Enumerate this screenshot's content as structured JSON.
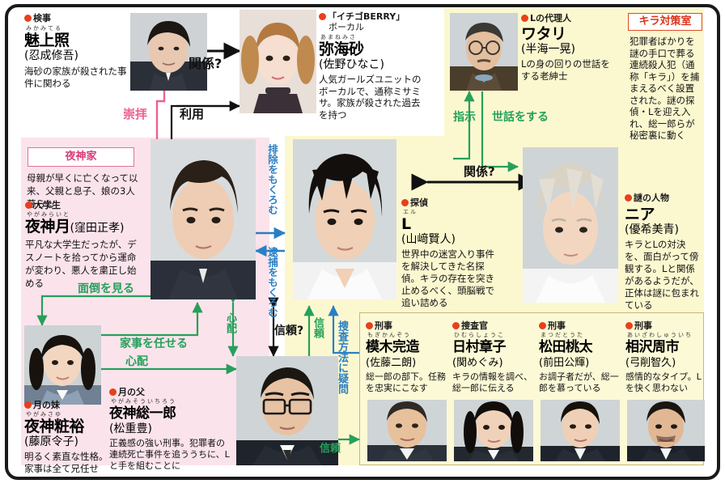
{
  "diagram": {
    "title_chips": {
      "yagami_family": "夜神家",
      "kira_task_force": "キラ対策室"
    },
    "notes": {
      "yagami_family_note": "母親が早くに亡くなって以来、父親と息子、娘の3人暮らし",
      "kira_task_force_note": "犯罪者ばかりを謎の手口で葬る連続殺人犯（通称「キラ」）を捕まえるべく設置された。謎の探偵・Lを迎え入れ、総一郎らが秘密裏に動く"
    }
  },
  "characters": {
    "mikami": {
      "role": "検事",
      "furigana": "みかみてる",
      "name": "魅上照",
      "actor": "(忍成修吾)",
      "desc": "海砂の家族が殺された事件に関わる"
    },
    "misa": {
      "role": "「イチゴBERRY」",
      "role2": "ボーカル",
      "furigana": "あまねみさ",
      "name": "弥海砂",
      "actor": "(佐野ひなこ)",
      "desc": "人気ガールズユニットのボーカルで、通称ミサミサ。家族が殺された過去を持つ"
    },
    "watari": {
      "role": "Lの代理人",
      "name": "ワタリ",
      "actor": "(半海一晃)",
      "desc": "Lの身の回りの世話をする老紳士"
    },
    "light": {
      "role": "大学生",
      "furigana": "やがみらいと",
      "name": "夜神月",
      "actor": "(窪田正孝)",
      "desc": "平凡な大学生だったが、デスノートを拾ってから運命が変わり、悪人を粛正し始める"
    },
    "l": {
      "role": "探偵",
      "furigana": "エル",
      "name": "L",
      "actor": "(山﨑賢人)",
      "desc": "世界中の迷宮入り事件を解決してきた名探偵。キラの存在を突き止めるべく、頭脳戦で追い詰める"
    },
    "near": {
      "role": "謎の人物",
      "name": "ニア",
      "actor": "(優希美青)",
      "desc": "キラとLの対決を、面白がって傍観する。Lと関係があるようだが、正体は謎に包まれている"
    },
    "sayu": {
      "role": "月の妹",
      "furigana": "やがみさゆ",
      "name": "夜神粧裕",
      "actor": "(藤原令子)",
      "desc": "明るく素直な性格。家事は全て兄任せ"
    },
    "soichiro": {
      "role": "月の父",
      "furigana": "やがみそういちろう",
      "name": "夜神総一郎",
      "actor": "(松重豊)",
      "desc": "正義感の強い刑事。犯罪者の連続死亡事件を追ううちに、Lと手を組むことに"
    },
    "mogi": {
      "role": "刑事",
      "furigana": "もぎかんぞう",
      "name": "模木完造",
      "actor": "(佐藤二朗)",
      "desc": "総一郎の部下。任務を忠実にこなす"
    },
    "himura": {
      "role": "捜査官",
      "furigana": "ひむらしょうこ",
      "name": "日村章子",
      "actor": "(関めぐみ)",
      "desc": "キラの情報を調べ、総一郎に伝える"
    },
    "matsuda": {
      "role": "刑事",
      "furigana": "まつだとうた",
      "name": "松田桃太",
      "actor": "(前田公輝)",
      "desc": "お調子者だが、総一郎を慕っている"
    },
    "aizawa": {
      "role": "刑事",
      "furigana": "あいざわしゅういち",
      "name": "相沢周市",
      "actor": "(弓削智久)",
      "desc": "感情的なタイプ。Lを快く思わない"
    }
  },
  "relations": {
    "mikami_misa": "関係?",
    "mikami_light": "崇拝",
    "misa_light": "利用",
    "light_l_out": "排除をもくろむ",
    "l_light_back": "逮捕をもくろむ",
    "l_near": "関係?",
    "watari_instruct": "指示",
    "watari_care": "世話をする",
    "light_sayu": "面倒を見る",
    "sayu_light_chores": "家事を任せる",
    "sayu_soichiro": "心配",
    "light_soichiro": "心配",
    "light_soichiro_trust": "信頼?",
    "soichiro_l_trust": "信頼",
    "team_l_doubt": "捜査方法に疑問",
    "team_soichiro_trust": "信頼"
  },
  "colors": {
    "pink_zone": "#fbe3ec",
    "yellow_zone": "#fbf8d0",
    "green_arrow": "#26a05a",
    "blue_arrow": "#2a7fc4",
    "pink_arrow": "#ef5f92",
    "red_dot": "#e8401c",
    "frame": "#1a1a1a"
  }
}
